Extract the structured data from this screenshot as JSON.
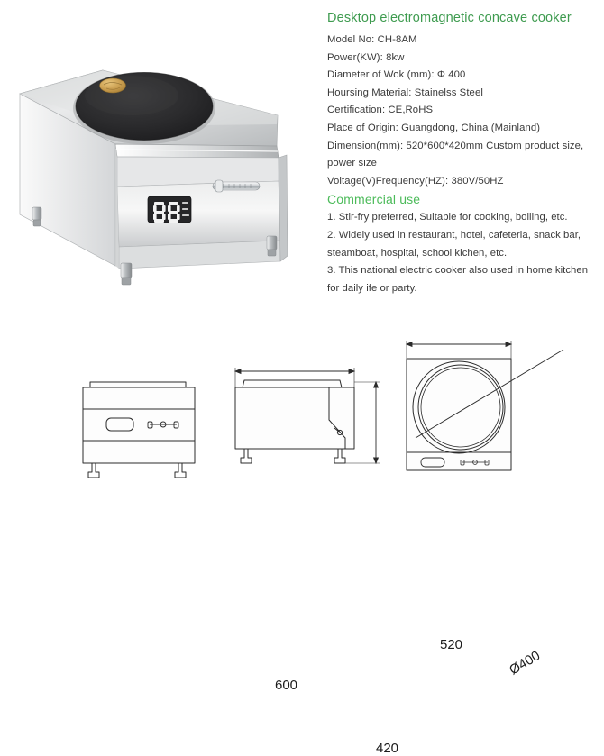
{
  "product": {
    "title": "Desktop electromagnetic concave cooker",
    "specs": [
      "Model No: CH-8AM",
      "Power(KW): 8kw",
      "Diameter of Wok (mm): Φ 400",
      "Hoursing Material: Stainelss Steel",
      "Certification: CE,RoHS",
      "Place of Origin: Guangdong, China (Mainland)"
    ],
    "dimension_line": "Dimension(mm): 520*600*420mm   Custom product size, power size",
    "voltage_line": "Voltage(V)Frequency(HZ): 380V/50HZ"
  },
  "commercial": {
    "heading": "Commercial use",
    "items": [
      "1. Stir-fry preferred, Suitable for cooking, boiling, etc.",
      "2. Widely used in restaurant, hotel, cafeteria, snack bar, steamboat, hospital, school kichen, etc.",
      "3. This national electric cooker also used in home kitchen for daily ife or party."
    ]
  },
  "photo": {
    "display_value": "88",
    "badge": "wok-sticker"
  },
  "drawings": {
    "front_view": "front-elevation",
    "side_view": "side-elevation",
    "top_view": "top-plan",
    "dim_width_side": "600",
    "dim_height": "420",
    "dim_width_top": "520",
    "dim_diameter": "Ø400"
  },
  "colors": {
    "title_green": "#3e9b4f",
    "heading_green": "#4cbb5a",
    "body_text": "#3a3a3a",
    "line_art": "#2b2b2b",
    "wok_dark": "#2a2a2c",
    "sticker_gold": "#c79a4e"
  }
}
